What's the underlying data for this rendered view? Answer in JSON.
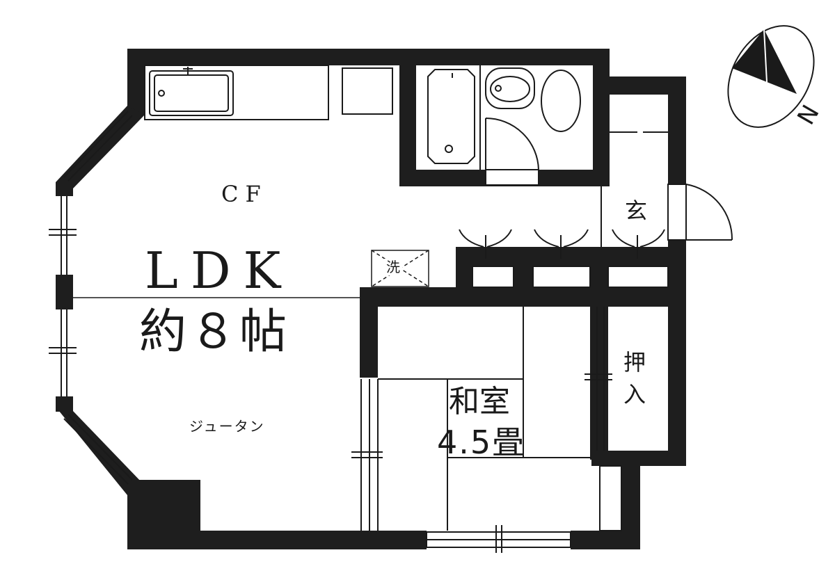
{
  "ldk": {
    "flooring_top": "CF",
    "name": "LDK",
    "size": "約８帖",
    "flooring_bottom": "ジュータン"
  },
  "washroom": {
    "label": "洗"
  },
  "entrance": {
    "label": "玄"
  },
  "closet": {
    "label_line1": "押",
    "label_line2": "入"
  },
  "washitsu": {
    "name": "和室",
    "size": "4.5畳"
  },
  "compass": {
    "label": "N"
  },
  "colors": {
    "wall": "#1e1e1e",
    "line": "#1a1a1a",
    "background": "#ffffff"
  }
}
